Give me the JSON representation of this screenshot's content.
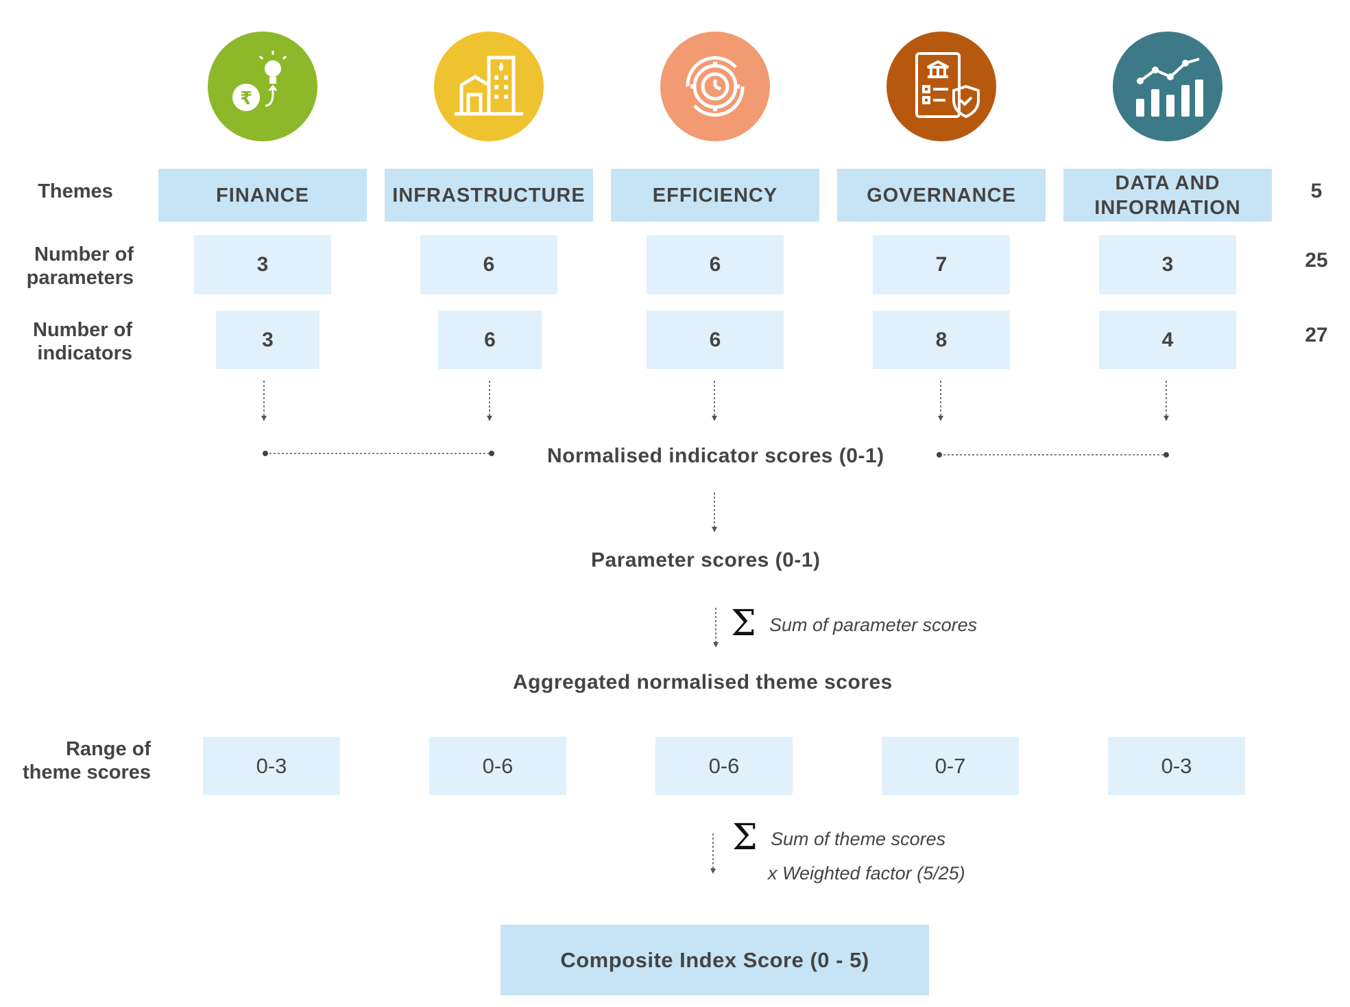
{
  "row_labels": {
    "themes": "Themes",
    "parameters_line1": "Number of",
    "parameters_line2": "parameters",
    "indicators_line1": "Number of",
    "indicators_line2": "indicators",
    "range_line1": "Range of",
    "range_line2": "theme scores"
  },
  "themes": [
    {
      "name": "FINANCE",
      "parameters": "3",
      "indicators": "3",
      "range": "0-3",
      "color": "#8cb82a",
      "icon": "rupee-bulb-icon"
    },
    {
      "name": "INFRASTRUCTURE",
      "parameters": "6",
      "indicators": "6",
      "range": "0-6",
      "color": "#efc22f",
      "icon": "buildings-icon"
    },
    {
      "name": "EFFICIENCY",
      "parameters": "6",
      "indicators": "6",
      "range": "0-6",
      "color": "#f29a72",
      "icon": "gear-clock-icon"
    },
    {
      "name": "GOVERNANCE",
      "parameters": "7",
      "indicators": "8",
      "range": "0-7",
      "color": "#b7580f",
      "icon": "document-shield-icon"
    },
    {
      "name_line1": "DATA AND",
      "name_line2": "INFORMATION",
      "parameters": "3",
      "indicators": "4",
      "range": "0-3",
      "color": "#3d7a88",
      "icon": "bar-chart-icon"
    }
  ],
  "totals": {
    "themes": "5",
    "parameters": "25",
    "indicators": "27"
  },
  "flow": {
    "normalised": "Normalised indicator scores (0-1)",
    "parameter_scores": "Parameter scores (0-1)",
    "sum_parameters": "Sum of parameter scores",
    "aggregated": "Aggregated normalised theme scores",
    "sum_themes": "Sum of theme scores",
    "weighted": "x Weighted factor (5/25)",
    "composite": "Composite Index Score (0 - 5)",
    "sigma": "Σ"
  }
}
